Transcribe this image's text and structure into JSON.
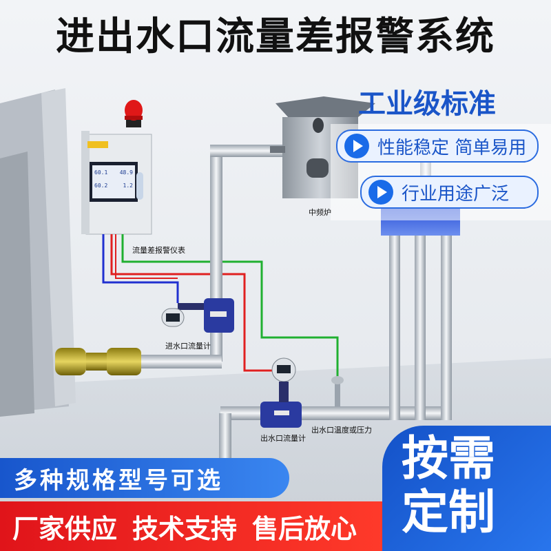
{
  "title": "进出水口流量差报警系统",
  "badge": "工业级标准",
  "features": [
    "性能稳定 简单易用",
    "行业用途广泛"
  ],
  "labels": {
    "furnace": "中频炉",
    "alarm_meter": "流量差报警仪表",
    "inlet_meter": "进水口流量计",
    "outlet_meter": "出水口流量计",
    "sensor": "出水口温度或压力"
  },
  "panel_readings": [
    "60.1",
    "48.9",
    "60.2",
    "1.2"
  ],
  "banner_options": "多种规格型号可选",
  "banner_services": [
    "厂家供应",
    "技术支持",
    "售后放心"
  ],
  "custom": [
    "按需",
    "定制"
  ],
  "colors": {
    "accent": "#1a55c8",
    "red": "#e0141a",
    "wire_red": "#e02020",
    "wire_blue": "#2030d0",
    "wire_green": "#20b030"
  }
}
